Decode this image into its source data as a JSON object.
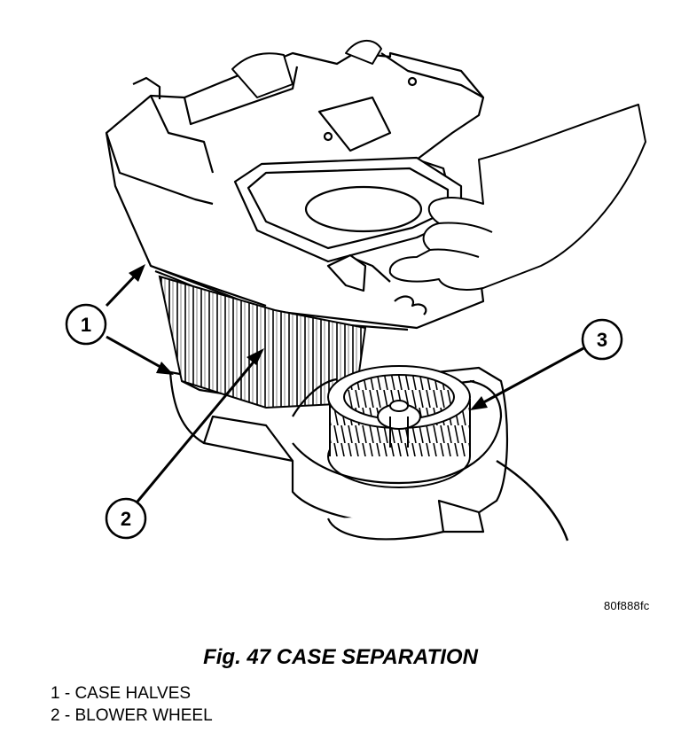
{
  "callouts": [
    "1",
    "2",
    "3"
  ],
  "figure_code": "80f888fc",
  "caption": "Fig. 47 CASE SEPARATION",
  "legend": [
    "1 - CASE HALVES",
    "2 - BLOWER WHEEL"
  ],
  "colors": {
    "line": "#000000",
    "fill": "#ffffff",
    "shade": "#cfcfcf"
  }
}
